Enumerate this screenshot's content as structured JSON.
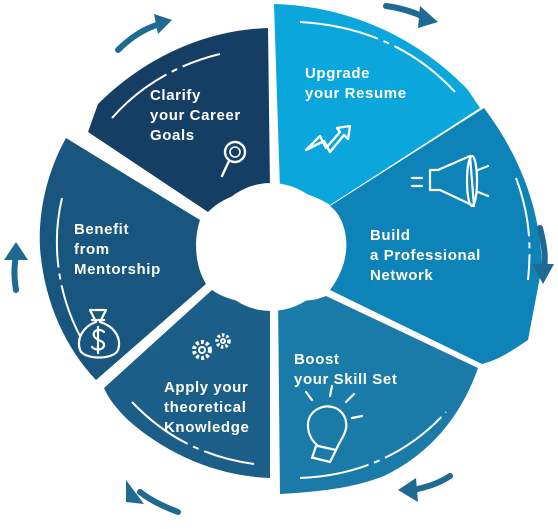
{
  "colors": {
    "background": "#ffffff",
    "center": "#ffffff",
    "arrow": "#1e6a92",
    "segment_1": "#143e63",
    "segment_2": "#0aa6dc",
    "segment_3": "#0e83b8",
    "segment_4": "#1a7ba8",
    "segment_5": "#1b5e87",
    "segment_6": "#18557f",
    "label": "#ffffff"
  },
  "segments": [
    {
      "id": "clarify",
      "lines": [
        "Clarify",
        "your Career",
        "Goals"
      ],
      "icon": "magnifier-icon"
    },
    {
      "id": "upgrade",
      "lines": [
        "Upgrade",
        "your Resume"
      ],
      "icon": "trend-arrow-icon"
    },
    {
      "id": "network",
      "lines": [
        "Build",
        "a Professional",
        "Network"
      ],
      "icon": "megaphone-icon"
    },
    {
      "id": "skills",
      "lines": [
        "Boost",
        "your Skill Set"
      ],
      "icon": "lightbulb-icon"
    },
    {
      "id": "apply",
      "lines": [
        "Apply your",
        "theoretical",
        "Knowledge"
      ],
      "icon": "gears-icon"
    },
    {
      "id": "mentorship",
      "lines": [
        "Benefit",
        "from",
        "Mentorship"
      ],
      "icon": "money-bag-icon"
    }
  ],
  "cycle_direction": "clockwise"
}
